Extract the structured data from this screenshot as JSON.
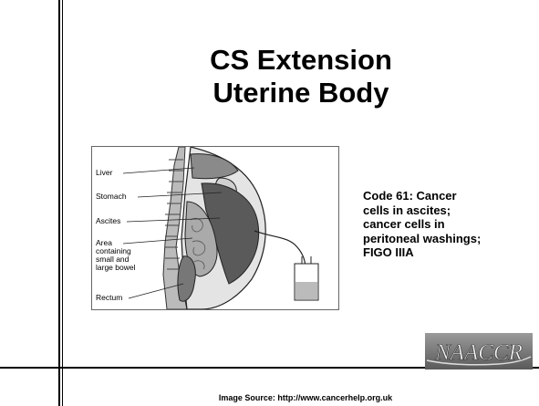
{
  "slide": {
    "title_line1": "CS Extension",
    "title_line2": "Uterine Body",
    "code_lines": [
      "Code 61: Cancer",
      "cells in ascites;",
      "cancer cells in",
      "peritoneal washings;",
      "FIGO IIIA"
    ],
    "source_text": "Image Source: http://www.cancerhelp.org.uk"
  },
  "figure": {
    "labels": [
      "Liver",
      "Stomach",
      "Ascites",
      "Area",
      "containing",
      "small and",
      "large bowel",
      "Rectum"
    ]
  },
  "logo": {
    "text": "NAACCR"
  }
}
